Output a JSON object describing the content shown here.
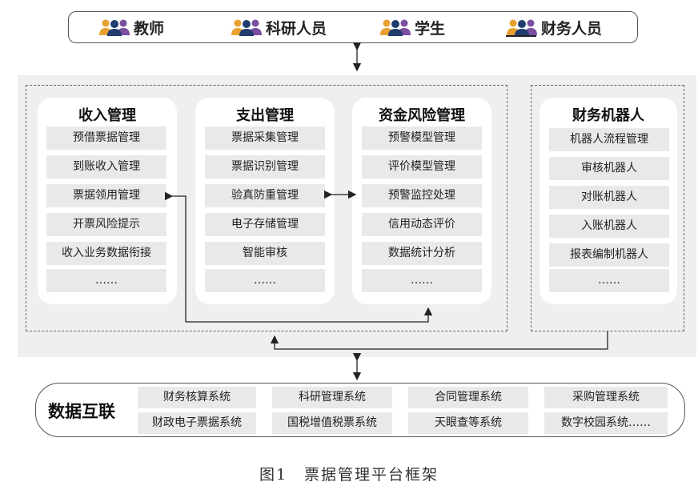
{
  "users": [
    {
      "label": "教师",
      "icon": "user-group-icon"
    },
    {
      "label": "科研人员",
      "icon": "user-group-icon"
    },
    {
      "label": "学生",
      "icon": "user-group-icon"
    },
    {
      "label": "财务人员",
      "icon": "user-group-icon"
    }
  ],
  "modules": [
    {
      "title": "收入管理",
      "items": [
        "预借票据管理",
        "到账收入管理",
        "票据领用管理",
        "开票风险提示",
        "收入业务数据衔接",
        "……"
      ]
    },
    {
      "title": "支出管理",
      "items": [
        "票据采集管理",
        "票据识别管理",
        "验真防重管理",
        "电子存储管理",
        "智能审核",
        "……"
      ]
    },
    {
      "title": "资金风险管理",
      "items": [
        "预警模型管理",
        "评价模型管理",
        "预警监控处理",
        "信用动态评价",
        "数据统计分析",
        "……"
      ]
    }
  ],
  "robot_module": {
    "title": "财务机器人",
    "items": [
      "机器人流程管理",
      "审核机器人",
      "对账机器人",
      "入账机器人",
      "报表编制机器人",
      "……"
    ]
  },
  "data_interconnect": {
    "title": "数据互联",
    "systems": [
      [
        "财务核算系统",
        "科研管理系统",
        "合同管理系统",
        "采购管理系统"
      ],
      [
        "财政电子票据系统",
        "国税增值税票系统",
        "天眼查等系统",
        "数字校园系统……"
      ]
    ]
  },
  "caption": "图1　票据管理平台框架",
  "colors": {
    "platform_bg": "#efefef",
    "item_bg": "#e9e9e9",
    "icon_orange": "#e8a030",
    "icon_purple": "#7a4fa0",
    "icon_navy": "#1f3d6e"
  }
}
